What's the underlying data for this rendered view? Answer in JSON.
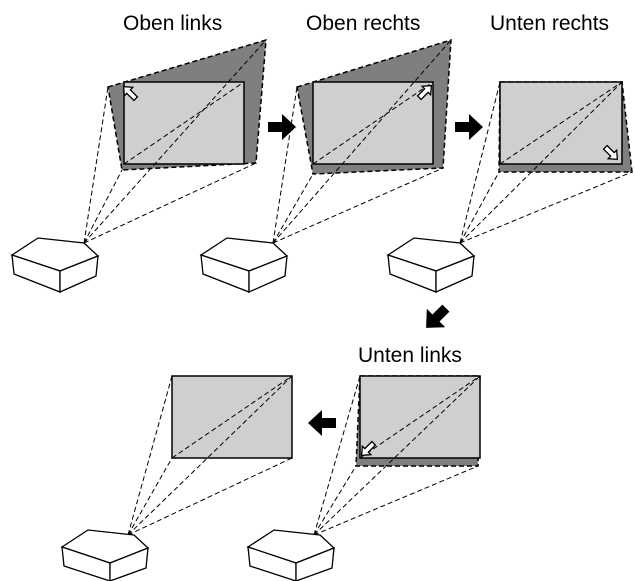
{
  "labels": {
    "top_left": "Oben links",
    "top_right": "Oben rechts",
    "bottom_right": "Unten rechts",
    "bottom_left": "Unten links"
  },
  "colors": {
    "screen": "#cfcfcf",
    "distortion": "#7f7f7f",
    "outline": "#000000"
  },
  "icons": [
    "projector-icon",
    "cursor-arrow-icon",
    "step-arrow-icon"
  ]
}
